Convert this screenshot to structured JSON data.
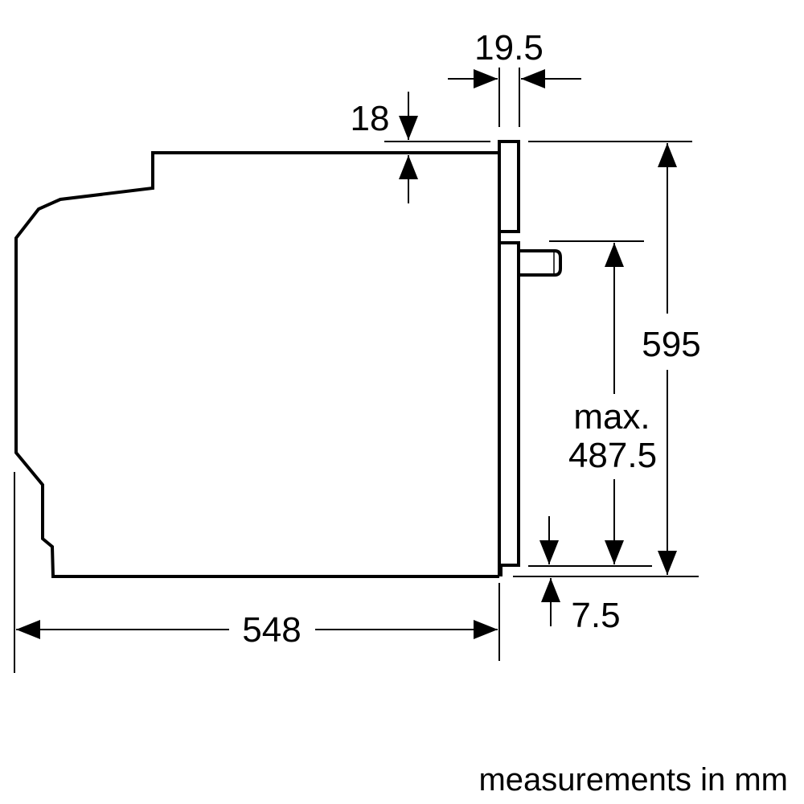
{
  "diagram": {
    "dimensions": {
      "door_thickness": "19.5",
      "top_offset": "18",
      "total_height": "595",
      "max_label": "max.",
      "door_height": "487.5",
      "bottom_offset": "7.5",
      "depth": "548"
    },
    "footer": "measurements in mm",
    "line_color": "#000000",
    "background": "#ffffff"
  }
}
